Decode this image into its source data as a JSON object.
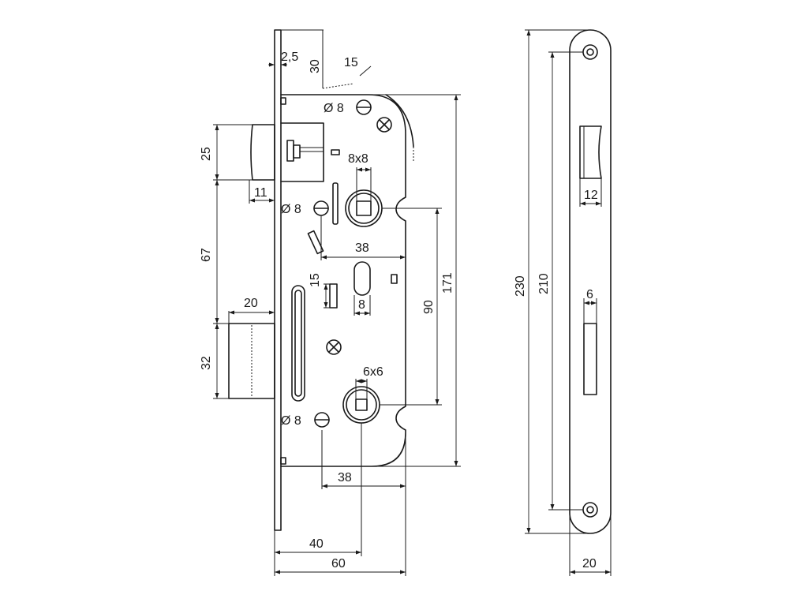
{
  "labels": {
    "backset_plate": "2,5",
    "top_30": "30",
    "angle_15": "15",
    "hole_top": "Ø 8",
    "hole_mid": "Ø 8",
    "hole_bottom": "Ø 8",
    "spindle_top": "8x8",
    "spindle_bottom": "6x6",
    "latch_height": "25",
    "latch_depth": "11",
    "gap_67": "67",
    "bolt_depth": "20",
    "bolt_height": "32",
    "dist_38_top": "38",
    "dist_38_bottom": "38",
    "slot_15": "15",
    "slot_8": "8",
    "center_90": "90",
    "body_171": "171",
    "backset_40": "40",
    "width_60": "60",
    "plate_230": "230",
    "plate_210": "210",
    "strike_12": "12",
    "strike_6": "6",
    "plate_width_20": "20"
  }
}
